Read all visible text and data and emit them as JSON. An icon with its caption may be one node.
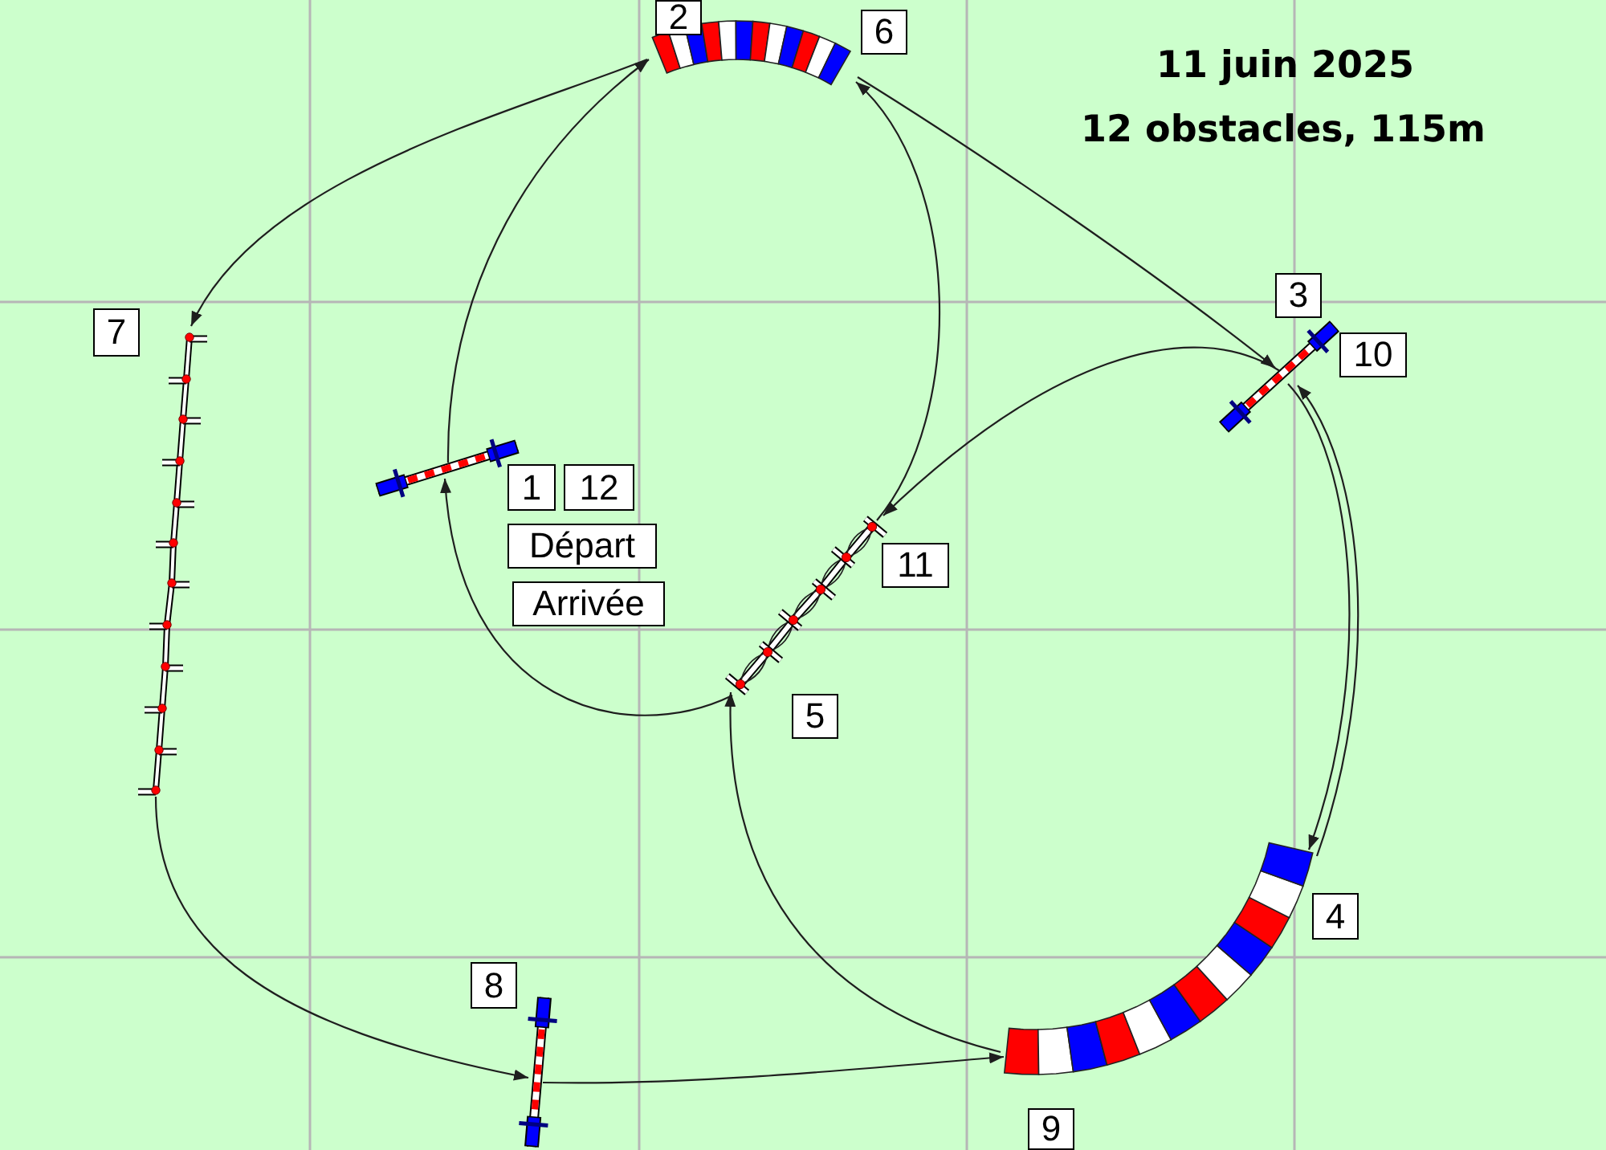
{
  "diagram": {
    "nodes": [
      {
        "text": [],
        "shape": "bar",
        "beside": [
          "1",
          "12",
          "Départ",
          "Arrivée"
        ]
      },
      {
        "text": [],
        "shape": "arc",
        "beside": [
          "2",
          "6"
        ]
      },
      {
        "text": [],
        "shape": "bar",
        "beside": [
          "3",
          "10"
        ]
      },
      {
        "text": [],
        "shape": "arc",
        "beside": [
          "4",
          "9"
        ]
      },
      {
        "text": [],
        "shape": "bar",
        "beside": [
          "5",
          "11"
        ]
      },
      {
        "text": [],
        "shape": "bar",
        "beside": [
          "7"
        ]
      },
      {
        "text": [],
        "shape": "bar",
        "beside": [
          "8"
        ]
      }
    ],
    "edges": [
      {
        "from": 0,
        "to": 1,
        "arrow": "to"
      },
      {
        "from": 1,
        "to": 2,
        "arrow": "to"
      },
      {
        "from": 2,
        "to": 3,
        "arrow": "to"
      },
      {
        "from": 3,
        "to": 4,
        "arrow": "to"
      },
      {
        "from": 4,
        "to": 1,
        "arrow": "to"
      },
      {
        "from": 1,
        "to": 5,
        "arrow": "to"
      },
      {
        "from": 5,
        "to": 6,
        "arrow": "to"
      },
      {
        "from": 6,
        "to": 3,
        "arrow": "to"
      },
      {
        "from": 3,
        "to": 2,
        "arrow": "to"
      },
      {
        "from": 2,
        "to": 4,
        "arrow": "to"
      },
      {
        "from": 4,
        "to": 0,
        "arrow": "to"
      }
    ],
    "labels": [
      "11 juin 2025",
      "12 obstacles, 115m"
    ]
  }
}
